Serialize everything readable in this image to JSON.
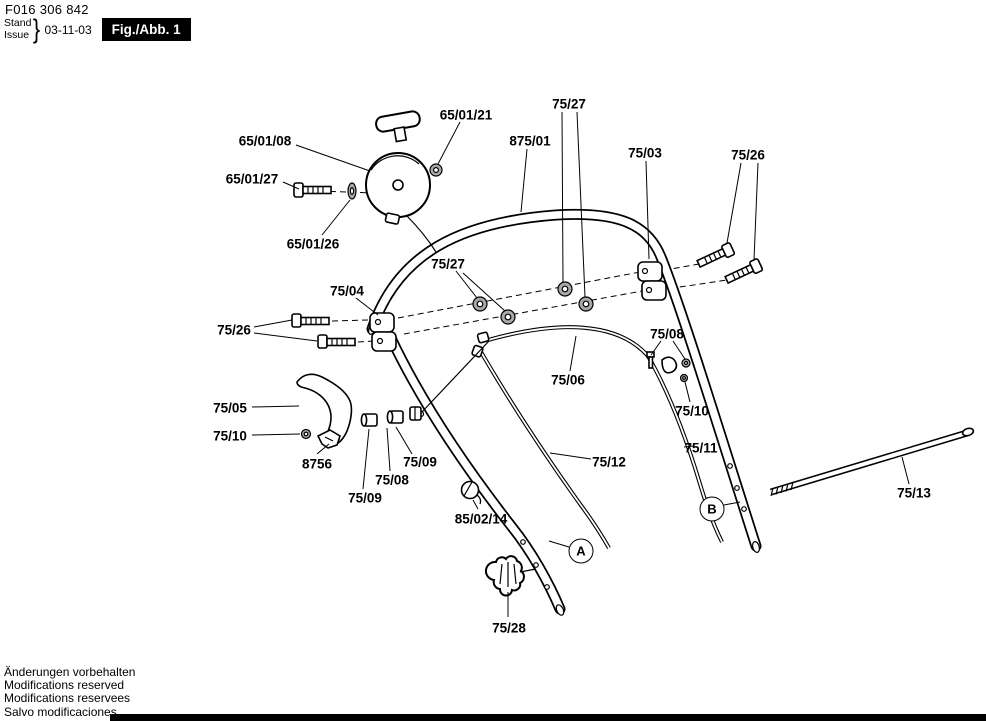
{
  "header": {
    "part_number": "F016 306 842",
    "stand_label": "Stand",
    "issue_label": "Issue",
    "brace": "}",
    "issue_date": "03-11-03",
    "figure_label": "Fig./Abb. 1"
  },
  "diagram": {
    "callouts": [
      {
        "text": "65/01/21"
      },
      {
        "text": "65/01/08"
      },
      {
        "text": "65/01/27"
      },
      {
        "text": "65/01/26"
      },
      {
        "text": "875/01"
      },
      {
        "text": "75/27"
      },
      {
        "text": "75/03"
      },
      {
        "text": "75/26"
      },
      {
        "text": "75/27"
      },
      {
        "text": "75/04"
      },
      {
        "text": "75/26"
      },
      {
        "text": "75/08"
      },
      {
        "text": "75/06"
      },
      {
        "text": "75/10"
      },
      {
        "text": "75/05"
      },
      {
        "text": "75/10"
      },
      {
        "text": "8756"
      },
      {
        "text": "75/09"
      },
      {
        "text": "75/08"
      },
      {
        "text": "75/09"
      },
      {
        "text": "75/11"
      },
      {
        "text": "75/12"
      },
      {
        "text": "75/13"
      },
      {
        "text": "85/02/14"
      },
      {
        "text": "75/28"
      }
    ],
    "markers": [
      {
        "text": "A"
      },
      {
        "text": "B"
      }
    ]
  },
  "footer": {
    "lines": [
      "Änderungen vorbehalten",
      "Modifications reserved",
      "Modifications reservees",
      "Salvo modificaciones"
    ]
  },
  "colors": {
    "ink": "#000000",
    "background": "#ffffff",
    "washer_fill": "#a9a9a9"
  }
}
